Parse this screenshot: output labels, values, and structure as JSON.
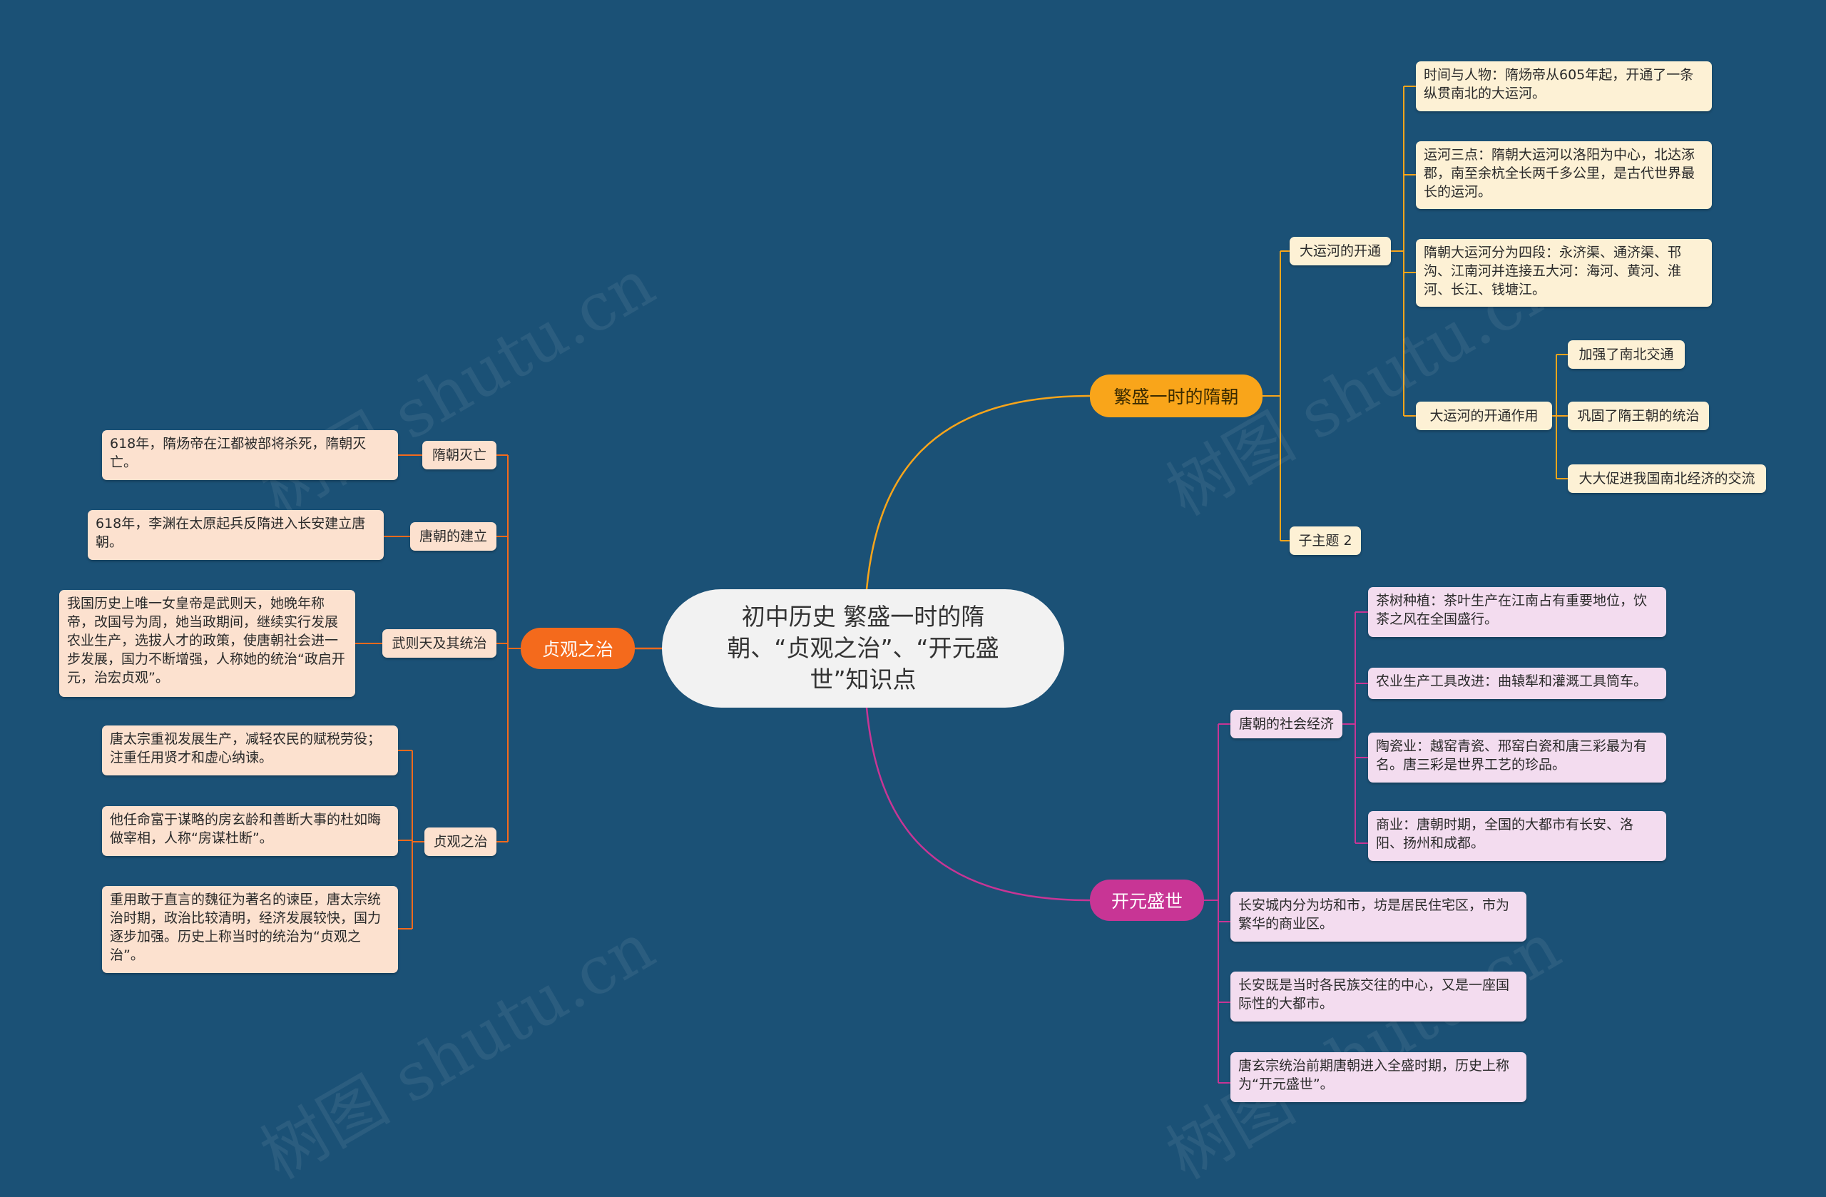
{
  "title": "初中历史 繁盛一时的隋朝、“贞观之治”、“开元盛世”知识点",
  "watermark": "树图 shutu.cn",
  "colors": {
    "background": "#1b5176",
    "sui_branch": "#f9a51a",
    "zhenguan_branch": "#f46a1c",
    "kaiyuan_branch": "#c83595"
  },
  "branches": {
    "sui": {
      "label": "繁盛一时的隋朝",
      "canal": {
        "label": "大运河的开通",
        "details": [
          "时间与人物：隋炀帝从605年起，开通了一条纵贯南北的大运河。",
          "运河三点：隋朝大运河以洛阳为中心，北达涿郡，南至余杭全长两千多公里，是古代世界最长的运河。",
          "隋朝大运河分为四段：永济渠、通济渠、邗沟、江南河并连接五大河：海河、黄河、淮河、长江、钱塘江。"
        ],
        "effect": {
          "label": "大运河的开通作用",
          "items": [
            "加强了南北交通",
            "巩固了隋王朝的统治",
            "大大促进我国南北经济的交流"
          ]
        }
      },
      "subtopic": "子主题 2"
    },
    "zhenguan": {
      "label": "贞观之治",
      "groups": [
        {
          "label": "隋朝灭亡",
          "details": [
            "618年，隋炀帝在江都被部将杀死，隋朝灭亡。"
          ]
        },
        {
          "label": "唐朝的建立",
          "details": [
            "618年，李渊在太原起兵反隋进入长安建立唐朝。"
          ]
        },
        {
          "label": "武则天及其统治",
          "details": [
            "我国历史上唯一女皇帝是武则天，她晚年称帝，改国号为周，她当政期间，继续实行发展农业生产，选拔人才的政策，使唐朝社会进一步发展，国力不断增强，人称她的统治“政启开元，治宏贞观”。"
          ]
        },
        {
          "label": "贞观之治",
          "details": [
            "唐太宗重视发展生产，减轻农民的赋税劳役；注重任用贤才和虚心纳谏。",
            "他任命富于谋略的房玄龄和善断大事的杜如晦做宰相，人称“房谋杜断”。",
            "重用敢于直言的魏征为著名的谏臣，唐太宗统治时期，政治比较清明，经济发展较快，国力逐步加强。历史上称当时的统治为“贞观之治”。"
          ]
        }
      ]
    },
    "kaiyuan": {
      "label": "开元盛世",
      "economy": {
        "label": "唐朝的社会经济",
        "details": [
          "茶树种植：茶叶生产在江南占有重要地位，饮茶之风在全国盛行。",
          "农业生产工具改进：曲辕犁和灌溉工具筒车。",
          "陶瓷业：越窑青瓷、邢窑白瓷和唐三彩最为有名。唐三彩是世界工艺的珍品。",
          "商业：唐朝时期，全国的大都市有长安、洛阳、扬州和成都。"
        ]
      },
      "items": [
        "长安城内分为坊和市，坊是居民住宅区，市为繁华的商业区。",
        "长安既是当时各民族交往的中心，又是一座国际性的大都市。",
        "唐玄宗统治前期唐朝进入全盛时期，历史上称为“开元盛世”。"
      ]
    }
  }
}
